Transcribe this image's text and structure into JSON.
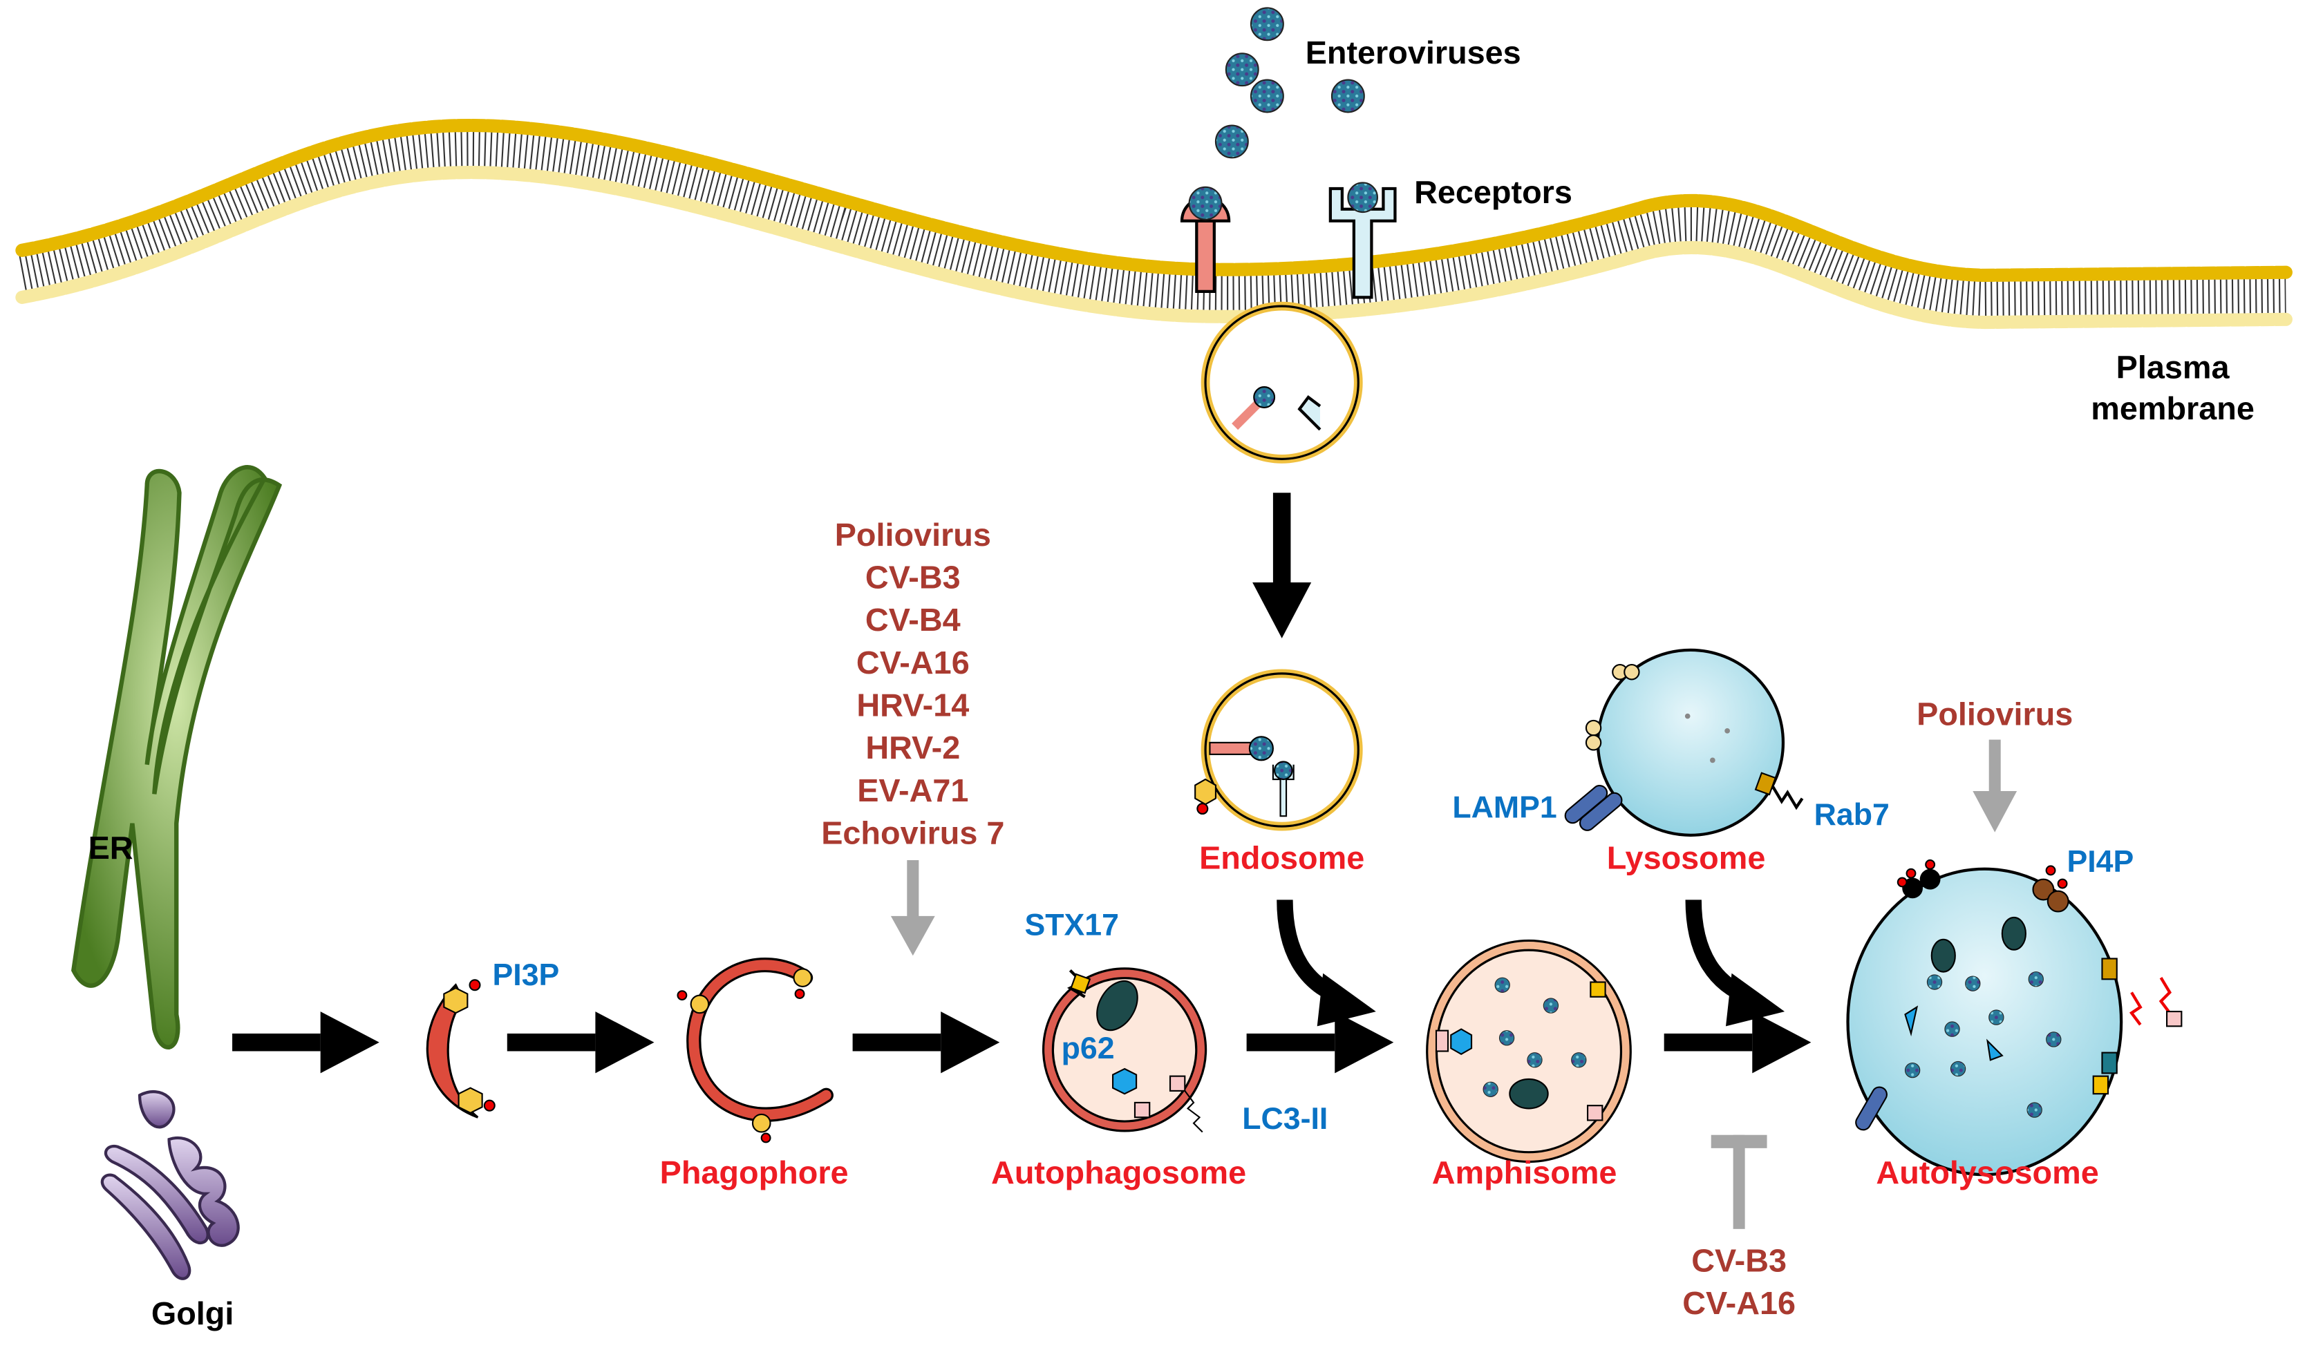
{
  "labels": {
    "enteroviruses": "Enteroviruses",
    "receptors": "Receptors",
    "plasma_membrane": [
      "Plasma",
      "membrane"
    ],
    "er": "ER",
    "golgi": "Golgi",
    "pi3p": "PI3P",
    "phagophore": "Phagophore",
    "stx17": "STX17",
    "p62": "p62",
    "lc3": "LC3-II",
    "autophagosome": "Autophagosome",
    "endosome": "Endosome",
    "lysosome": "Lysosome",
    "lamp1": "LAMP1",
    "rab7": "Rab7",
    "amphisome": "Amphisome",
    "pi4p": "PI4P",
    "autolysosome": "Autolysosome"
  },
  "viruses_inducing": [
    "Poliovirus",
    "CV-B3",
    "CV-B4",
    "CV-A16",
    "HRV-14",
    "HRV-2",
    "EV-A71",
    "Echovirus 7"
  ],
  "viruses_autolysosome": [
    "Poliovirus"
  ],
  "viruses_inhibiting_fusion": [
    "CV-B3",
    "CV-A16"
  ],
  "colors": {
    "virus_label": "#a93a30",
    "organelle_label": "#ee1c24",
    "protein_label": "#0a72c4",
    "membrane_head": "#f2c200",
    "lysosome_fill": "#a8dce8",
    "er_green": "#5f8f2c",
    "golgi_purple": "#8a6aa8"
  }
}
